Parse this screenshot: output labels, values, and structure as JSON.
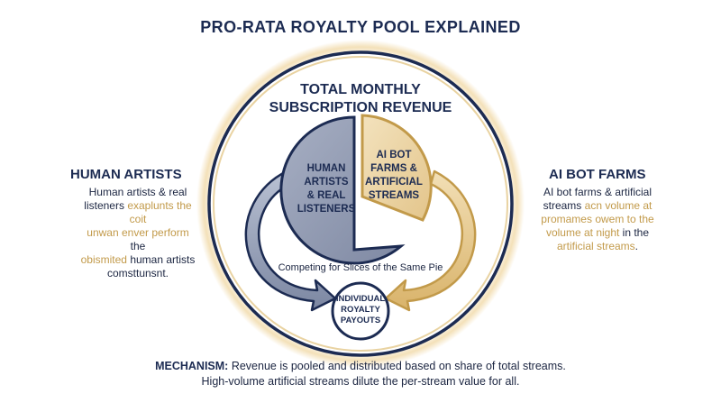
{
  "title": "PRO-RATA ROYALTY POOL EXPLAINED",
  "circle": {
    "heading_line1": "TOTAL MONTHLY",
    "heading_line2": "SUBSCRIPTION REVENUE",
    "competing_label": "Competing for Slices of the Same Pie",
    "payout_line1": "INDIVIDUAL",
    "payout_line2": "ROYALTY",
    "payout_line3": "PAYOUTS"
  },
  "slices": {
    "human": [
      "HUMAN",
      "ARTISTS",
      "& REAL",
      "LISTENERS"
    ],
    "ai": [
      "AI BOT",
      "FARMS &",
      "ARTIFICIAL",
      "STREAMS"
    ]
  },
  "left": {
    "heading": "HUMAN ARTISTS",
    "line1": "Human artists & real",
    "line2a": "listeners ",
    "line2b": "exaplunts the coit",
    "line3a": "unwan enver perform",
    "line3b": " the",
    "line4a": "obismited",
    "line4b": " human artists",
    "line5": "comsttunsnt."
  },
  "right": {
    "heading": "AI BOT FARMS",
    "line1": "AI bot farms & artificial",
    "line2a": "streams ",
    "line2b": "acn volume at",
    "line3": "promames owem to the",
    "line4a": "volume at night",
    "line4b": " in the",
    "line5": "artificial streams",
    "line5end": "."
  },
  "footer": {
    "label": "MECHANISM:",
    "line1": " Revenue is pooled and distributed based on share of total streams.",
    "line2": "High-volume artificial streams dilute the per-stream value for all."
  },
  "colors": {
    "navy": "#1c2b52",
    "slate": "#8f99b1",
    "gold": "#c29a4a",
    "gold_light": "#efd8a6",
    "glow": "#f3dfb5"
  }
}
